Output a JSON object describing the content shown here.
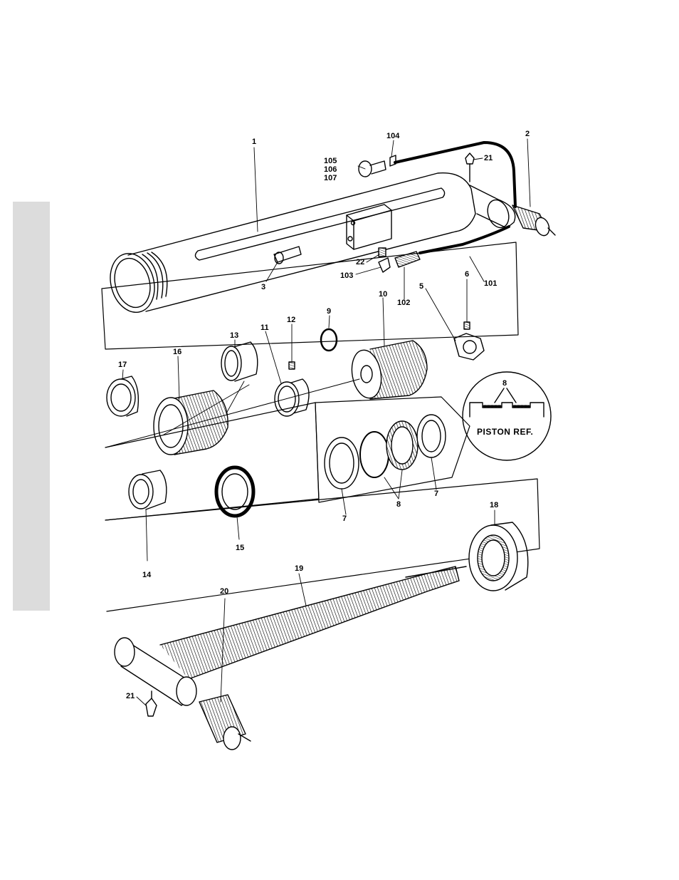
{
  "figure": {
    "inset_title": "PISTON REF.",
    "callouts": [
      {
        "id": "c1",
        "text": "1"
      },
      {
        "id": "c2",
        "text": "2"
      },
      {
        "id": "c3",
        "text": "3"
      },
      {
        "id": "c5",
        "text": "5"
      },
      {
        "id": "c6",
        "text": "6"
      },
      {
        "id": "c7a",
        "text": "7"
      },
      {
        "id": "c7b",
        "text": "7"
      },
      {
        "id": "c8a",
        "text": "8"
      },
      {
        "id": "c8b",
        "text": "8"
      },
      {
        "id": "c9",
        "text": "9"
      },
      {
        "id": "c10",
        "text": "10"
      },
      {
        "id": "c11",
        "text": "11"
      },
      {
        "id": "c12",
        "text": "12"
      },
      {
        "id": "c13",
        "text": "13"
      },
      {
        "id": "c14",
        "text": "14"
      },
      {
        "id": "c15",
        "text": "15"
      },
      {
        "id": "c16",
        "text": "16"
      },
      {
        "id": "c17",
        "text": "17"
      },
      {
        "id": "c18",
        "text": "18"
      },
      {
        "id": "c19",
        "text": "19"
      },
      {
        "id": "c20",
        "text": "20"
      },
      {
        "id": "c21a",
        "text": "21"
      },
      {
        "id": "c21b",
        "text": "21"
      },
      {
        "id": "c22",
        "text": "22"
      },
      {
        "id": "c101",
        "text": "101"
      },
      {
        "id": "c102",
        "text": "102"
      },
      {
        "id": "c103",
        "text": "103"
      },
      {
        "id": "c104",
        "text": "104"
      },
      {
        "id": "c105",
        "text": "105"
      },
      {
        "id": "c106",
        "text": "106"
      },
      {
        "id": "c107",
        "text": "107"
      }
    ]
  }
}
